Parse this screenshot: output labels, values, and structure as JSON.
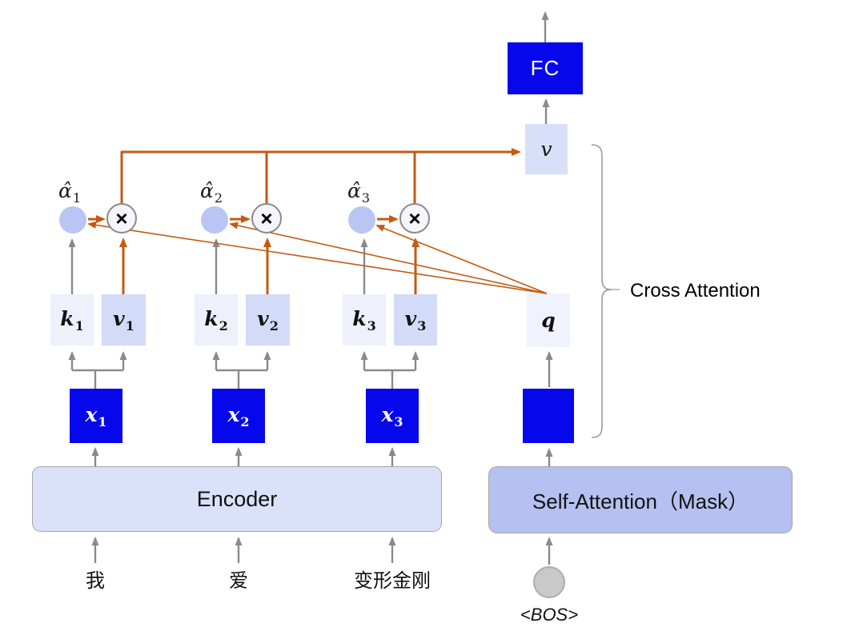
{
  "diagram": {
    "fc_box": {
      "label": "FC"
    },
    "attention_output_box": {
      "letter": "v"
    },
    "query_box": {
      "letter": "q"
    },
    "cross_attention_label": "Cross Attention",
    "encoder_box": {
      "label": "Encoder"
    },
    "self_attention_box": {
      "label": "Self-Attention（Mask）"
    },
    "bos_token": "<BOS>",
    "multiply_operator": "×",
    "columns": [
      {
        "alpha_letter": "α̂",
        "alpha_sub": "1",
        "k_letter": "k",
        "k_sub": "1",
        "v_letter": "v",
        "v_sub": "1",
        "x_letter": "x",
        "x_sub": "1",
        "input_token": "我"
      },
      {
        "alpha_letter": "α̂",
        "alpha_sub": "2",
        "k_letter": "k",
        "k_sub": "2",
        "v_letter": "v",
        "v_sub": "2",
        "x_letter": "x",
        "x_sub": "2",
        "input_token": "爱"
      },
      {
        "alpha_letter": "α̂",
        "alpha_sub": "3",
        "k_letter": "k",
        "k_sub": "3",
        "v_letter": "v",
        "v_sub": "3",
        "x_letter": "x",
        "x_sub": "3",
        "input_token": "变形金刚"
      }
    ],
    "colors": {
      "box_blue": "#0707ec",
      "arrow_orange": "#c45a11",
      "arrow_gray": "#8a8a8a",
      "k_fill": "#eef1fc",
      "v_fill": "#d2dbf7",
      "q_fill": "#f0f3fd",
      "attention_output_fill": "#d8dff9",
      "alpha_fill": "#b9c6f3",
      "encoder_fill": "#dae1f9",
      "self_attention_fill": "#b6c1f1",
      "multiply_fill": "#f4f6fc",
      "bos_fill": "#c9c9c9"
    }
  }
}
